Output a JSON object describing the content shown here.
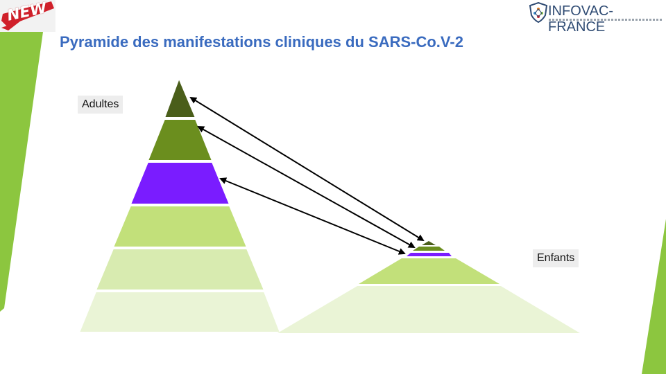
{
  "badge": {
    "text": "NEW"
  },
  "logo": {
    "brand": "INFOVAC-FRANCE",
    "icon": "shield-network-icon"
  },
  "title": "Pyramide des manifestations cliniques du SARS-Co.V-2",
  "labels": {
    "adults": "Adultes",
    "children": "Enfants"
  },
  "colors": {
    "tier_1": "#4a5e1a",
    "tier_2": "#6b8e1e",
    "tier_3": "#7a1cff",
    "tier_4": "#c2e07a",
    "tier_5": "#d8ebb0",
    "tier_6": "#eaf4d6",
    "accent_green": "#8cc63f",
    "title_blue": "#3a6bbf",
    "badge_red": "#d0202a"
  }
}
